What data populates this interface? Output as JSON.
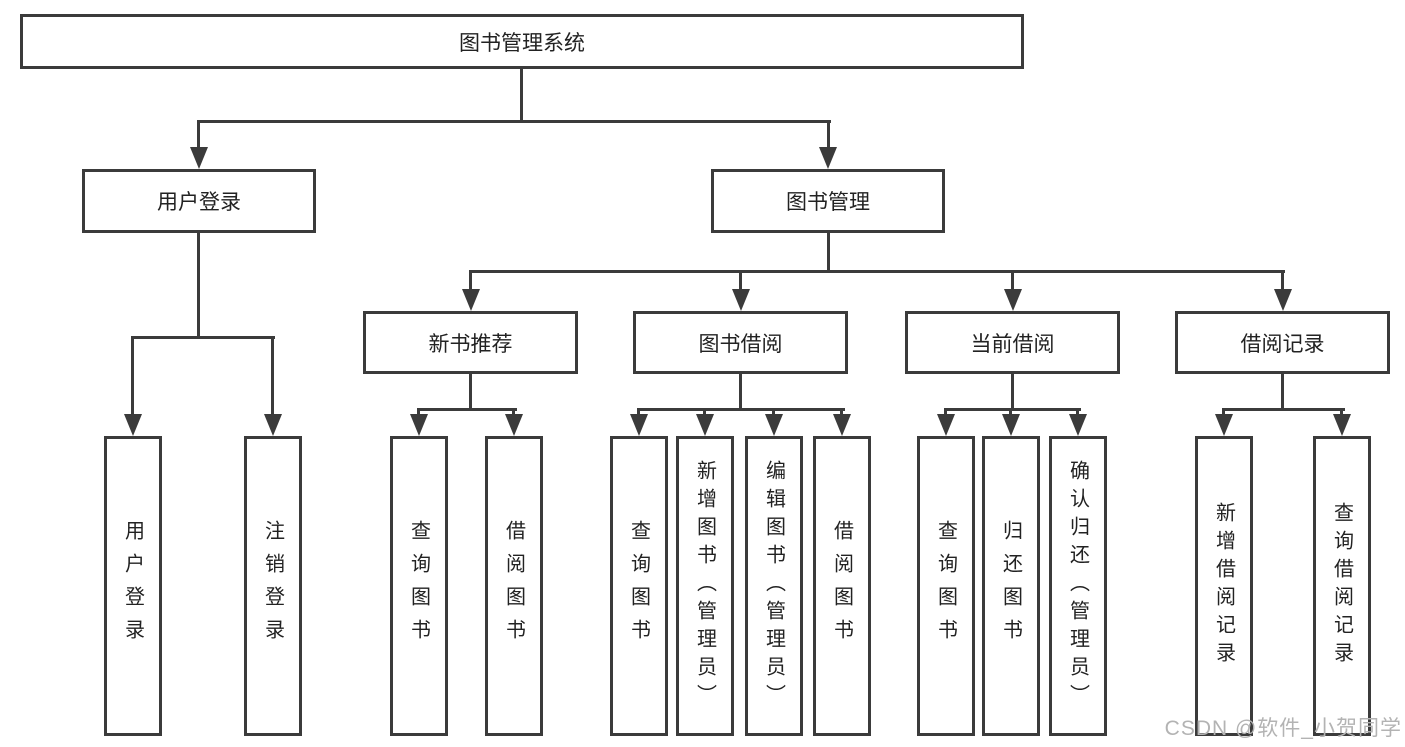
{
  "tree": {
    "root": {
      "label": "图书管理系统",
      "children": [
        {
          "label": "用户登录",
          "children": [
            {
              "label": "用户登录"
            },
            {
              "label": "注销登录"
            }
          ]
        },
        {
          "label": "图书管理",
          "children": [
            {
              "label": "新书推荐",
              "children": [
                {
                  "label": "查询图书"
                },
                {
                  "label": "借阅图书"
                }
              ]
            },
            {
              "label": "图书借阅",
              "children": [
                {
                  "label": "查询图书"
                },
                {
                  "label": "新增图书（管理员）"
                },
                {
                  "label": "编辑图书（管理员）"
                },
                {
                  "label": "借阅图书"
                }
              ]
            },
            {
              "label": "当前借阅",
              "children": [
                {
                  "label": "查询图书"
                },
                {
                  "label": "归还图书"
                },
                {
                  "label": "确认归还（管理员）"
                }
              ]
            },
            {
              "label": "借阅记录",
              "children": [
                {
                  "label": "新增借阅记录"
                },
                {
                  "label": "查询借阅记录"
                }
              ]
            }
          ]
        }
      ]
    }
  },
  "watermark": {
    "text": "CSDN @软件_小贺同学"
  },
  "colors": {
    "line": "#3b3b3b",
    "text": "#222222",
    "background": "#ffffff",
    "watermark": "#b3b3b3"
  }
}
